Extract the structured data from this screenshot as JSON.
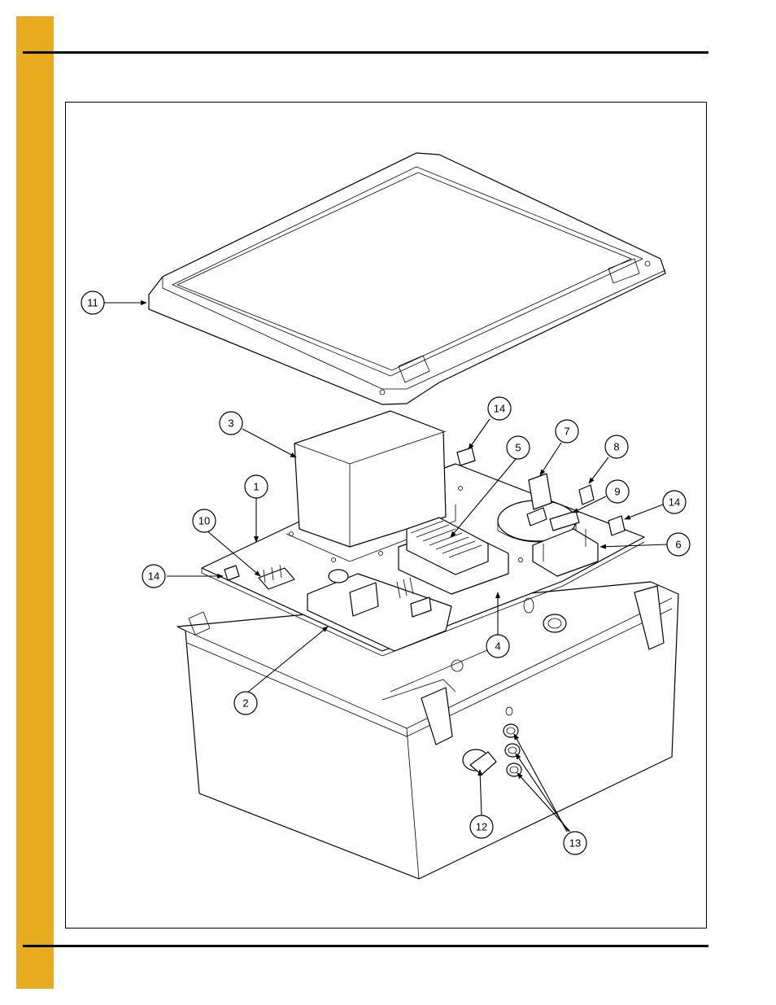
{
  "colors": {
    "side_tab": "#e8aa1e",
    "rule": "#000000",
    "line": "#000000"
  },
  "callouts": {
    "c1": "1",
    "c2": "2",
    "c3": "3",
    "c4": "4",
    "c5": "5",
    "c6": "6",
    "c7": "7",
    "c8": "8",
    "c9": "9",
    "c10": "10",
    "c11": "11",
    "c12": "12",
    "c13": "13",
    "c14a": "14",
    "c14b": "14",
    "c14c": "14"
  }
}
